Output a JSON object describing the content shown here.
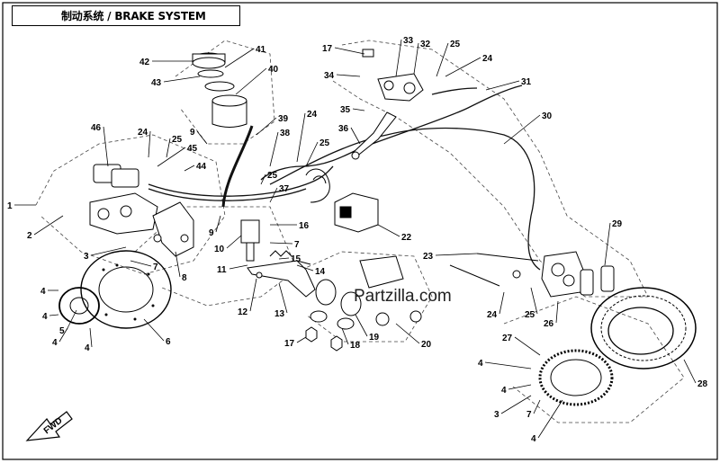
{
  "title": "制动系统 / BRAKE SYSTEM",
  "watermark": "Partzilla.com",
  "fwd_label": "FWD",
  "callouts": [
    "1",
    "2",
    "3",
    "4",
    "5",
    "6",
    "7",
    "8",
    "9",
    "10",
    "11",
    "12",
    "13",
    "14",
    "15",
    "16",
    "17",
    "18",
    "19",
    "20",
    "22",
    "23",
    "24",
    "25",
    "26",
    "27",
    "28",
    "29",
    "30",
    "31",
    "32",
    "33",
    "34",
    "35",
    "36",
    "37",
    "38",
    "39",
    "40",
    "41",
    "42",
    "43",
    "44",
    "45",
    "46"
  ]
}
